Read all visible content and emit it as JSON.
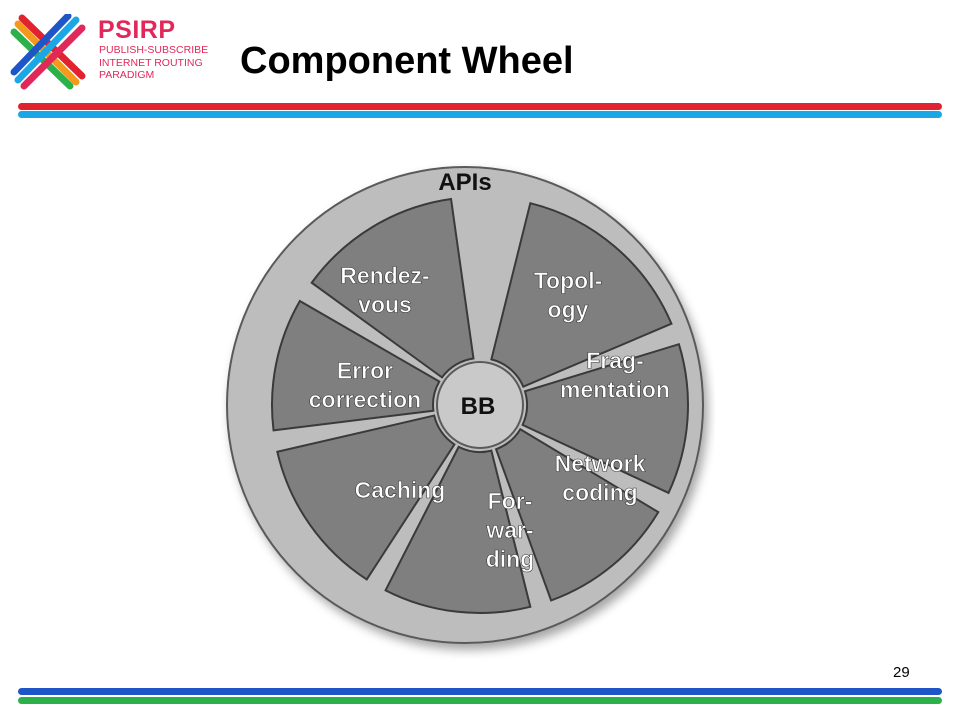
{
  "slide": {
    "title": "Component Wheel",
    "page_number": "29"
  },
  "logo": {
    "name": "PSIRP",
    "tagline": [
      "PUBLISH-SUBSCRIBE",
      "INTERNET ROUTING",
      "PARADIGM"
    ]
  },
  "colors": {
    "top_stripe_red": "#e0232e",
    "top_stripe_blue": "#1ba7e6",
    "bottom_stripe_blue": "#1e56c8",
    "bottom_stripe_green": "#2cb14a",
    "logo_pink": "#e2285a",
    "wheel_rim": "#bdbdbd",
    "wheel_segment": "#7f7f7f",
    "hub": "#c9c9c9"
  },
  "wheel": {
    "outer_label": "APIs",
    "hub_label": "BB",
    "segments": [
      {
        "lines": [
          "Topol-",
          "ogy"
        ]
      },
      {
        "lines": [
          "Frag-",
          "mentation"
        ]
      },
      {
        "lines": [
          "Network",
          "coding"
        ]
      },
      {
        "lines": [
          "For-",
          "war-",
          "ding"
        ]
      },
      {
        "lines": [
          "Caching"
        ]
      },
      {
        "lines": [
          "Error",
          "correction"
        ]
      },
      {
        "lines": [
          "Rendez-",
          "vous"
        ]
      }
    ]
  }
}
